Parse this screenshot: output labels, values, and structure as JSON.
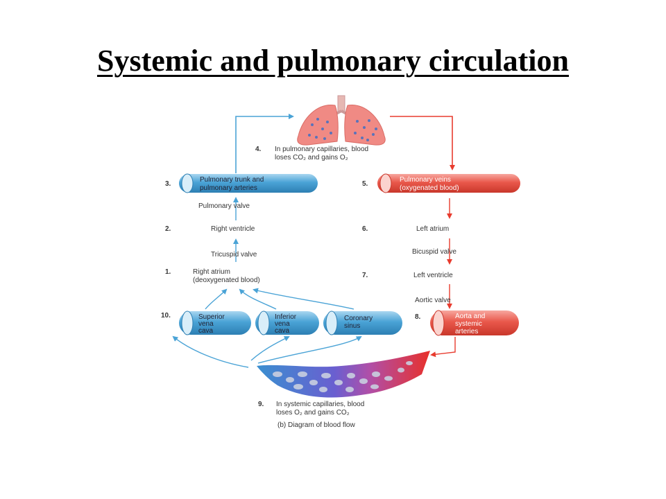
{
  "title": "Systemic and pulmonary circulation",
  "colors": {
    "deoxygenated": "#4aa3d6",
    "oxygenated": "#e83b2e",
    "lung": "#f08a84"
  },
  "steps": {
    "s1": {
      "num": "1.",
      "line1": "Right atrium",
      "line2": "(deoxygenated blood)"
    },
    "s2": {
      "num": "2.",
      "text": "Right ventricle"
    },
    "s3": {
      "num": "3.",
      "line1": "Pulmonary trunk and",
      "line2": "pulmonary arteries"
    },
    "s4": {
      "num": "4.",
      "line1": "In pulmonary capillaries, blood",
      "line2": "loses CO₂ and gains O₂"
    },
    "s5": {
      "num": "5.",
      "line1": "Pulmonary veins",
      "line2": "(oxygenated blood)"
    },
    "s6": {
      "num": "6.",
      "text": "Left atrium"
    },
    "s7": {
      "num": "7.",
      "text": "Left ventricle"
    },
    "s8": {
      "num": "8.",
      "line1": "Aorta and",
      "line2": "systemic",
      "line3": "arteries"
    },
    "s9": {
      "num": "9.",
      "line1": "In systemic capillaries, blood",
      "line2": "loses O₂ and gains CO₂"
    },
    "s10": {
      "num": "10."
    }
  },
  "valves": {
    "pulmonary": "Pulmonary valve",
    "tricuspid": "Tricuspid valve",
    "bicuspid": "Bicuspid valve",
    "aortic": "Aortic valve"
  },
  "veins": {
    "superior": {
      "line1": "Superior",
      "line2": "vena",
      "line3": "cava"
    },
    "inferior": {
      "line1": "Inferior",
      "line2": "vena",
      "line3": "cava"
    },
    "coronary": {
      "line1": "Coronary",
      "line2": "sinus"
    }
  },
  "caption": "(b) Diagram of blood flow"
}
